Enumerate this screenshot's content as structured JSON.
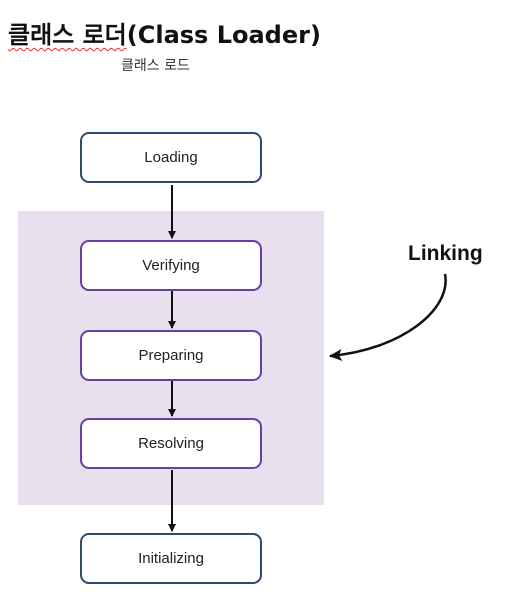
{
  "title": {
    "korean_part": "클래스 로더",
    "english_part": "(Class Loader)"
  },
  "subtitle": "클래스 로드",
  "group_label": "Linking",
  "steps": [
    {
      "label": "Loading",
      "group": "outer"
    },
    {
      "label": "Verifying",
      "group": "linking"
    },
    {
      "label": "Preparing",
      "group": "linking"
    },
    {
      "label": "Resolving",
      "group": "linking"
    },
    {
      "label": "Initializing",
      "group": "outer"
    }
  ],
  "colors": {
    "linking_background": "#e8e0ef",
    "linking_border": "#6b3fa0",
    "outer_border": "#2f4a6f",
    "arrow": "#111111"
  }
}
